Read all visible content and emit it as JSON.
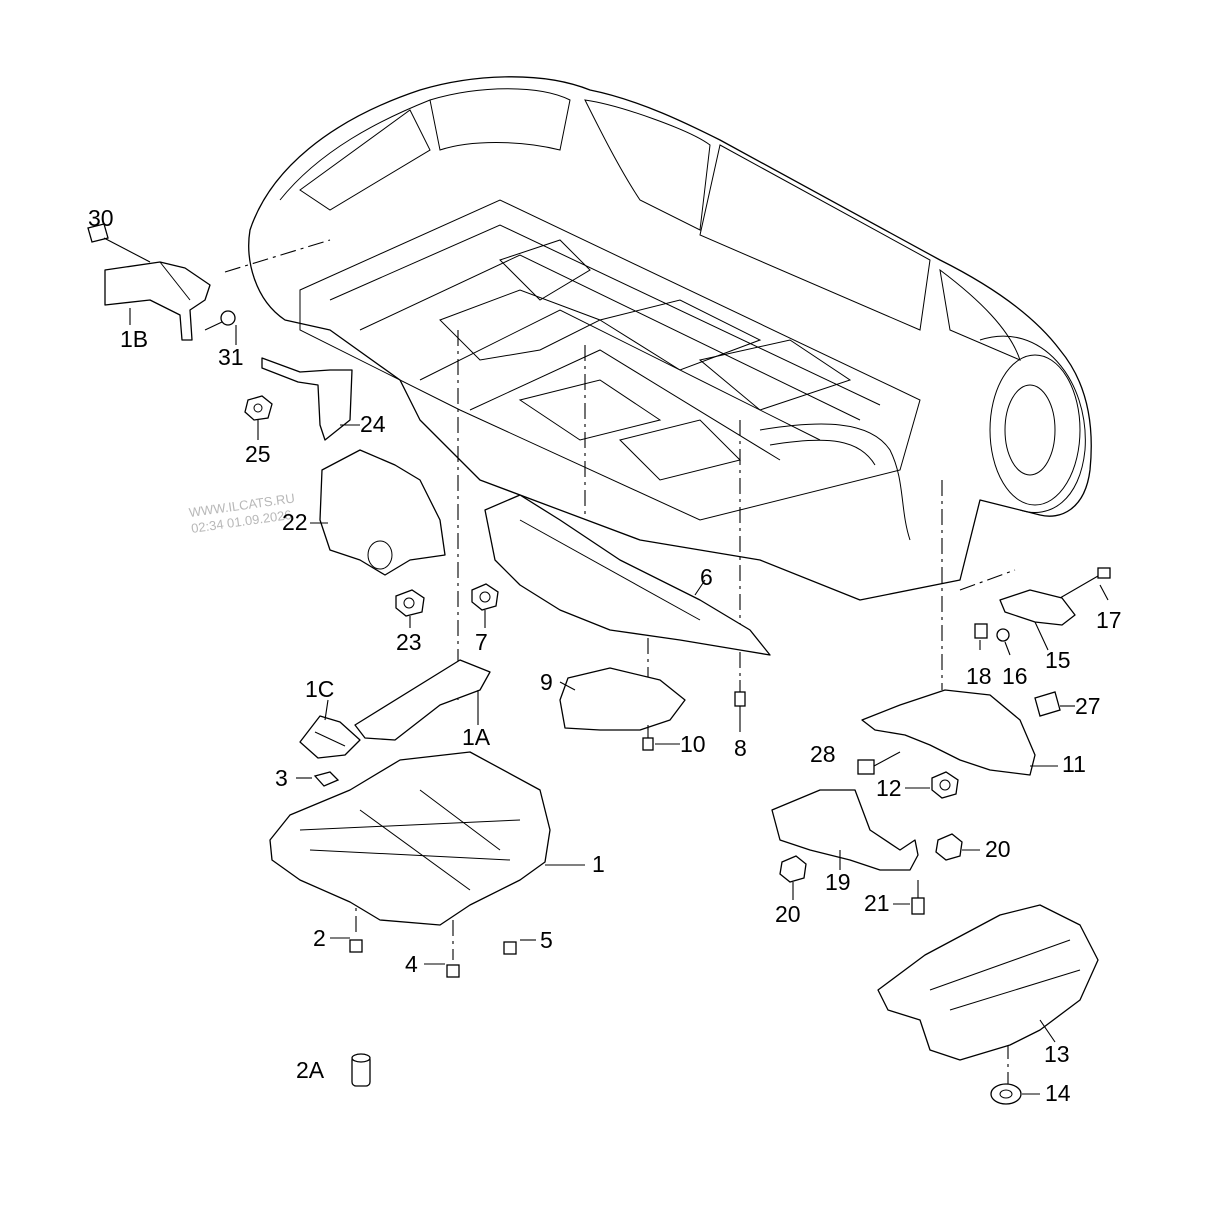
{
  "watermark": {
    "line1": "WWW.ILCATS.RU",
    "line2": "02:34 01.09.2026"
  },
  "callouts": [
    {
      "id": "c30",
      "label": "30"
    },
    {
      "id": "c1B",
      "label": "1B"
    },
    {
      "id": "c31",
      "label": "31"
    },
    {
      "id": "c25",
      "label": "25"
    },
    {
      "id": "c24",
      "label": "24"
    },
    {
      "id": "c22",
      "label": "22"
    },
    {
      "id": "c23",
      "label": "23"
    },
    {
      "id": "c7",
      "label": "7"
    },
    {
      "id": "c6",
      "label": "6"
    },
    {
      "id": "c9",
      "label": "9"
    },
    {
      "id": "c10",
      "label": "10"
    },
    {
      "id": "c8",
      "label": "8"
    },
    {
      "id": "c1C",
      "label": "1C"
    },
    {
      "id": "c1A",
      "label": "1A"
    },
    {
      "id": "c3",
      "label": "3"
    },
    {
      "id": "c1",
      "label": "1"
    },
    {
      "id": "c2",
      "label": "2"
    },
    {
      "id": "c4",
      "label": "4"
    },
    {
      "id": "c5",
      "label": "5"
    },
    {
      "id": "c2A",
      "label": "2A"
    },
    {
      "id": "c17",
      "label": "17"
    },
    {
      "id": "c18",
      "label": "18"
    },
    {
      "id": "c16",
      "label": "16"
    },
    {
      "id": "c15",
      "label": "15"
    },
    {
      "id": "c27",
      "label": "27"
    },
    {
      "id": "c28",
      "label": "28"
    },
    {
      "id": "c11",
      "label": "11"
    },
    {
      "id": "c12",
      "label": "12"
    },
    {
      "id": "c20a",
      "label": "20"
    },
    {
      "id": "c20b",
      "label": "20"
    },
    {
      "id": "c19",
      "label": "19"
    },
    {
      "id": "c21",
      "label": "21"
    },
    {
      "id": "c13",
      "label": "13"
    },
    {
      "id": "c14",
      "label": "14"
    }
  ]
}
